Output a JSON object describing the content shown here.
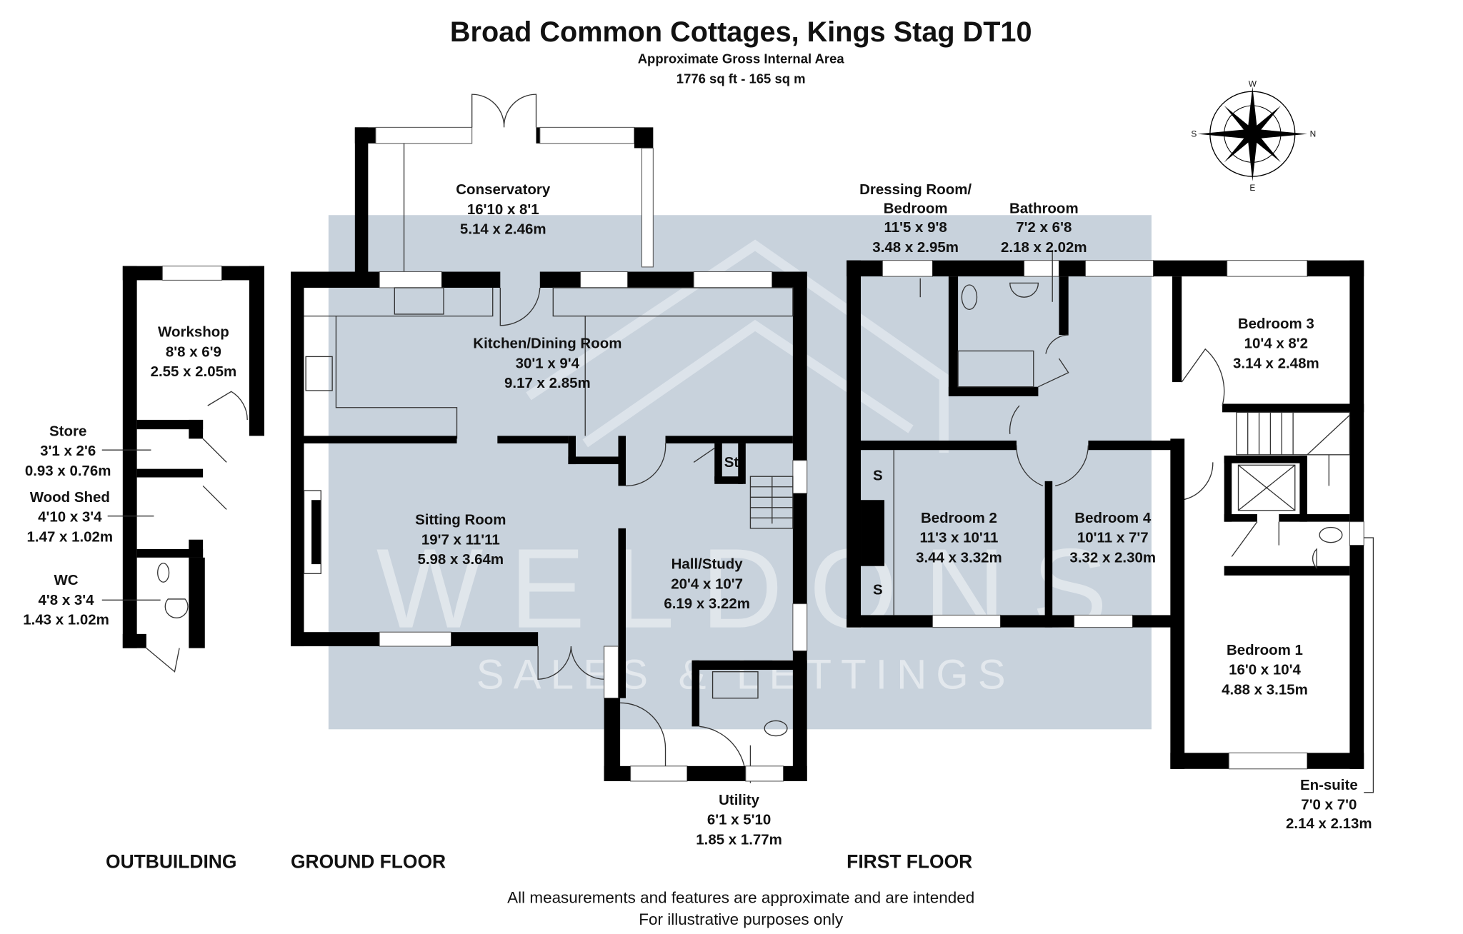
{
  "header": {
    "title": "Broad Common Cottages, Kings Stag DT10",
    "subtitle": "Approximate Gross Internal Area",
    "area": "1776 sq ft - 165 sq m"
  },
  "compass": {
    "labels": [
      "W",
      "N",
      "E",
      "S"
    ]
  },
  "watermark": {
    "brand": "WELDONS",
    "tagline": "SALES & LETTINGS",
    "color": "#c8d2dc"
  },
  "floors": {
    "outbuilding": "OUTBUILDING",
    "ground": "GROUND FLOOR",
    "first": "FIRST FLOOR"
  },
  "rooms": {
    "workshop": [
      "Workshop",
      "8'8 x 6'9",
      "2.55 x 2.05m"
    ],
    "store": [
      "Store",
      "3'1 x 2'6",
      "0.93 x 0.76m"
    ],
    "woodshed": [
      "Wood Shed",
      "4'10 x 3'4",
      "1.47 x 1.02m"
    ],
    "wc": [
      "WC",
      "4'8 x 3'4",
      "1.43 x 1.02m"
    ],
    "conservatory": [
      "Conservatory",
      "16'10 x 8'1",
      "5.14 x 2.46m"
    ],
    "kitchen": [
      "Kitchen/Dining Room",
      "30'1 x 9'4",
      "9.17 x 2.85m"
    ],
    "sitting": [
      "Sitting Room",
      "19'7 x 11'11",
      "5.98 x 3.64m"
    ],
    "hall": [
      "Hall/Study",
      "20'4 x 10'7",
      "6.19 x 3.22m"
    ],
    "utility": [
      "Utility",
      "6'1 x 5'10",
      "1.85 x 1.77m"
    ],
    "dressing": [
      "Dressing Room/",
      "Bedroom",
      "11'5 x 9'8",
      "3.48 x 2.95m"
    ],
    "bathroom": [
      "Bathroom",
      "7'2 x 6'8",
      "2.18 x 2.02m"
    ],
    "bedroom3": [
      "Bedroom 3",
      "10'4 x 8'2",
      "3.14 x 2.48m"
    ],
    "bedroom2": [
      "Bedroom 2",
      "11'3 x 10'11",
      "3.44 x 3.32m"
    ],
    "bedroom4": [
      "Bedroom 4",
      "10'11 x 7'7",
      "3.32 x 2.30m"
    ],
    "bedroom1": [
      "Bedroom 1",
      "16'0 x 10'4",
      "4.88 x 3.15m"
    ],
    "ensuite": [
      "En-suite",
      "7'0 x 7'0",
      "2.14 x 2.13m"
    ]
  },
  "markers": {
    "store_cupboard": "St",
    "storage": "S"
  },
  "footer": {
    "line1": "All measurements and features are approximate and are intended",
    "line2": "For illustrative purposes only"
  }
}
